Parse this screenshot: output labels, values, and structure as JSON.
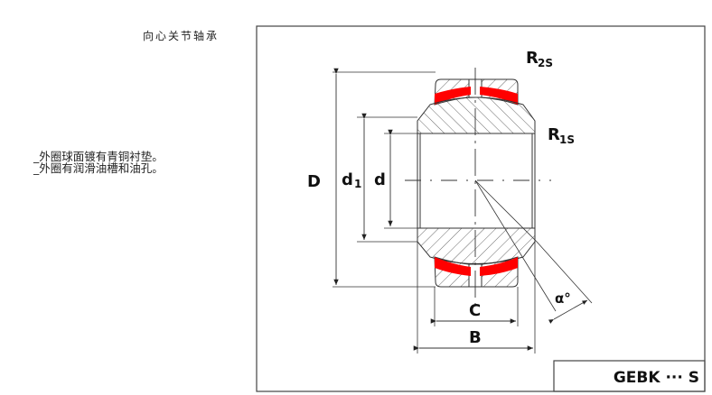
{
  "title": "向心关节轴承",
  "features": [
    "_外圈球面镀有青铜衬垫。",
    "_外圈有润滑油槽和油孔。"
  ],
  "drawing": {
    "labels": {
      "D": "D",
      "d1_main": "d",
      "d1_sub": "1",
      "d": "d",
      "C": "C",
      "B": "B",
      "alpha": "α°",
      "R2s_main": "R",
      "R2s_sub": "2S",
      "R1s_main": "R",
      "R1s_sub": "1S"
    },
    "model_code": "GEBK ··· S",
    "colors": {
      "liner": "#ff0000",
      "line": "#333333"
    }
  }
}
